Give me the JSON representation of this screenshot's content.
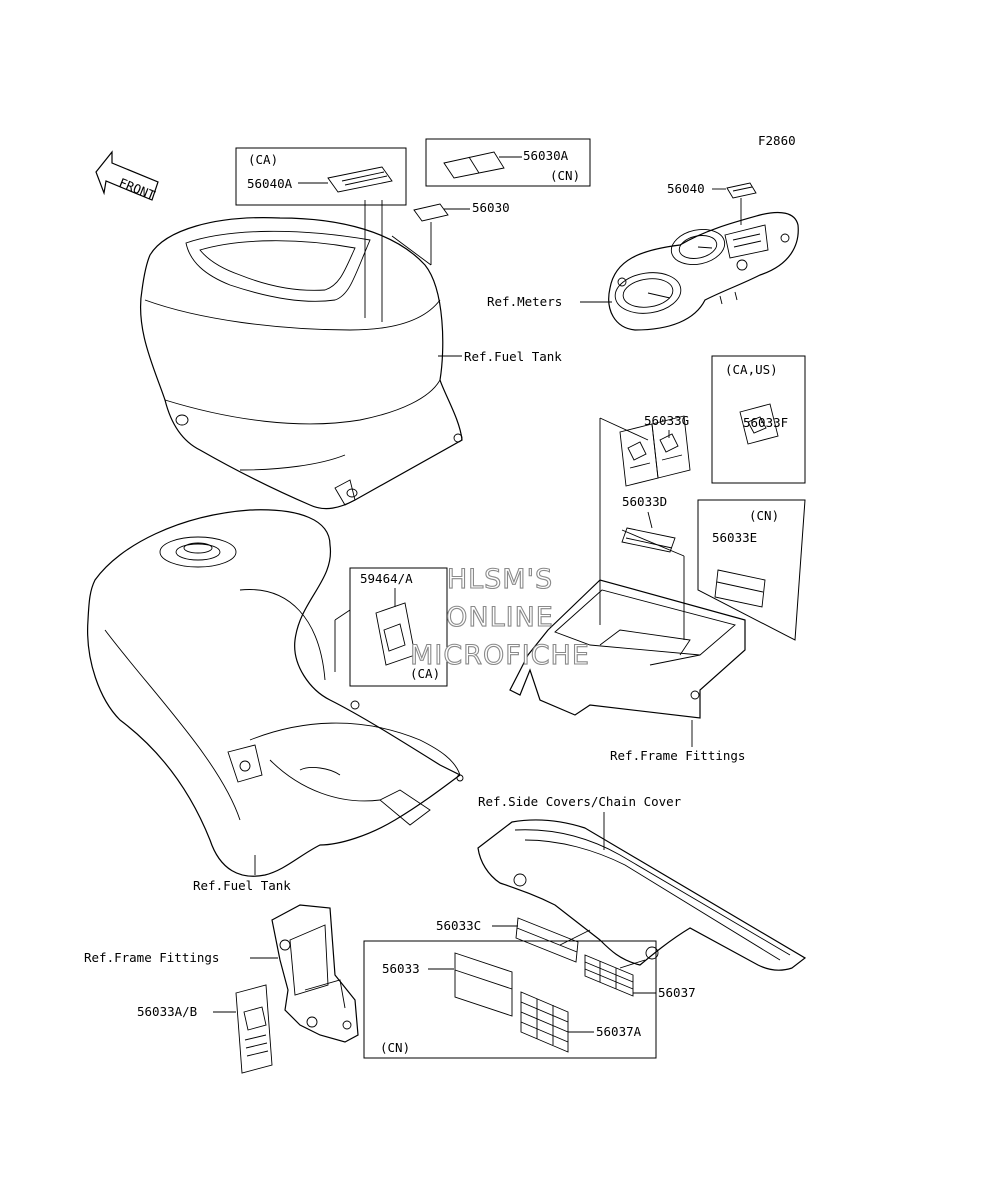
{
  "figure_code": "F2860",
  "front_arrow": {
    "label": "FRONT"
  },
  "watermark": [
    "HLSM'S",
    "ONLINE",
    "MICROFICHE"
  ],
  "callouts": {
    "ca_top": "(CA)",
    "p56040A": "56040A",
    "p56030A": "56030A",
    "cn_top": "(CN)",
    "p56030": "56030",
    "p56040": "56040",
    "ref_meters": "Ref.Meters",
    "ref_fuel_tank_upper": "Ref.Fuel Tank",
    "p56033G": "56033G",
    "ca_us": "(CA,US)",
    "p56033F": "56033F",
    "p56033D": "56033D",
    "cn_mid": "(CN)",
    "p56033E": "56033E",
    "p59464A": "59464/A",
    "ca_mid": "(CA)",
    "ref_frame_fittings_right": "Ref.Frame Fittings",
    "ref_side_covers": "Ref.Side Covers/Chain Cover",
    "ref_fuel_tank_lower": "Ref.Fuel Tank",
    "ref_frame_fittings_left": "Ref.Frame Fittings",
    "p56033C": "56033C",
    "p56033": "56033",
    "p56037": "56037",
    "p56037A": "56037A",
    "p56033AB": "56033A/B",
    "cn_bottom": "(CN)"
  }
}
